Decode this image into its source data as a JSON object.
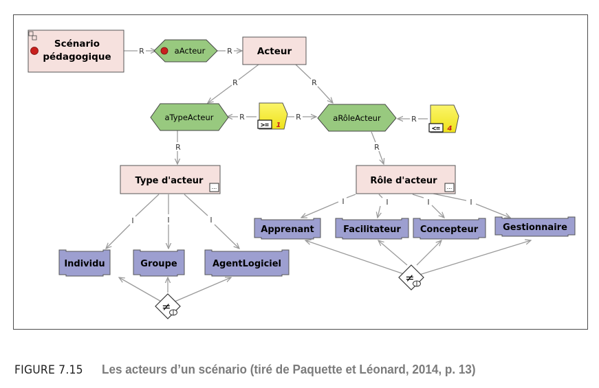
{
  "diagram": {
    "nodes": {
      "scenario": {
        "label_1": "Scénario",
        "label_2": "pédagogique"
      },
      "acteur": {
        "label": "Acteur"
      },
      "a_acteur": {
        "label": "aActeur"
      },
      "a_type_acteur": {
        "label": "aTypeActeur"
      },
      "a_role_acteur": {
        "label": "aRôleActeur"
      },
      "constraint_min": {
        "operator": ">=",
        "value": "1"
      },
      "constraint_max": {
        "operator": "<=",
        "value": "4"
      },
      "type_acteur": {
        "label": "Type d'acteur"
      },
      "role_acteur": {
        "label": "Rôle d'acteur"
      },
      "individu": {
        "label": "Individu"
      },
      "groupe": {
        "label": "Groupe"
      },
      "agent_logiciel": {
        "label": "AgentLogiciel"
      },
      "apprenant": {
        "label": "Apprenant"
      },
      "facilitateur": {
        "label": "Facilitateur"
      },
      "concepteur": {
        "label": "Concepteur"
      },
      "gestionnaire": {
        "label": "Gestionnaire"
      },
      "disjoint_symbol": "≠"
    },
    "link_labels": {
      "relation": "R",
      "instance": "I"
    },
    "colors": {
      "class_fill": "#f6e1de",
      "property_fill": "#98c97f",
      "instance_fill": "#9d9fd0",
      "constraint_fill": "#f4ec32",
      "link": "#9a9a9a",
      "marker_red": "#c8201e"
    }
  },
  "caption": {
    "figure_number": "FIGURE 7.15",
    "title": "Les acteurs d’un scénario (tiré de Paquette et Léonard, 2014, p. 13)"
  }
}
